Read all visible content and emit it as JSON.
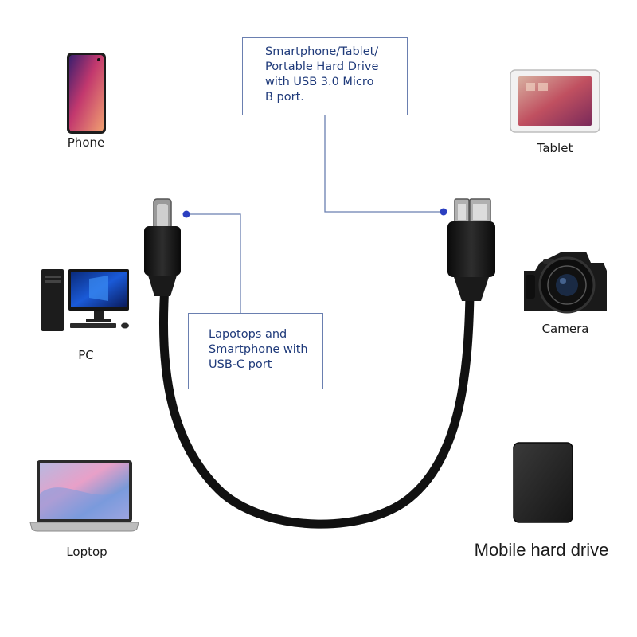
{
  "callouts": {
    "top": [
      "Smartphone/Tablet/",
      "Portable Hard Drive",
      "with USB 3.0 Micro",
      "B port."
    ],
    "left": [
      "Lapotops and",
      "Smartphone with",
      "USB-C port"
    ]
  },
  "devices": {
    "phone": "Phone",
    "tablet": "Tablet",
    "pc": "PC",
    "camera": "Camera",
    "laptop": "Loptop",
    "hard_drive": "Mobile hard drive"
  },
  "colors": {
    "callout_border": "#6a7fb0",
    "callout_text": "#1f3a7a",
    "leader_dot": "#2b3fc0",
    "cable": "#111111"
  }
}
